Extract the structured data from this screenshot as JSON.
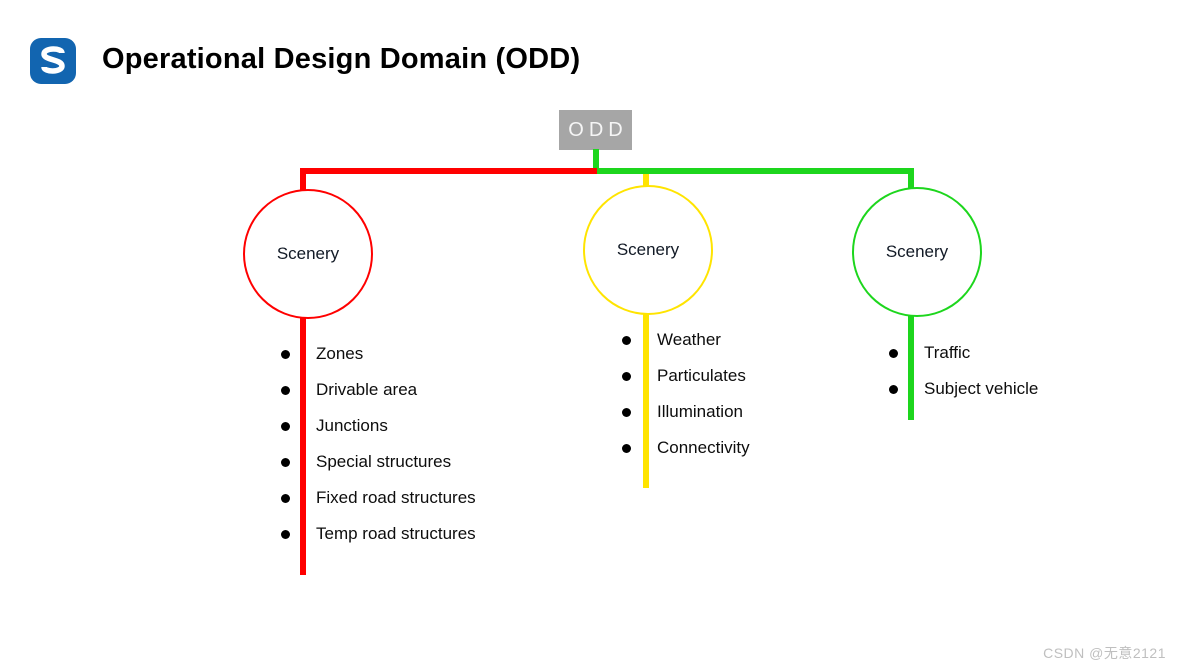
{
  "header": {
    "title": "Operational Design Domain (ODD)"
  },
  "root": {
    "label": "ODD"
  },
  "branches": [
    {
      "label": "Scenery",
      "color": "#ff0000",
      "items": [
        "Zones",
        "Drivable area",
        "Junctions",
        "Special structures",
        "Fixed road structures",
        "Temp road structures"
      ]
    },
    {
      "label": "Scenery",
      "color": "#ffe400",
      "items": [
        "Weather",
        "Particulates",
        "Illumination",
        "Connectivity"
      ]
    },
    {
      "label": "Scenery",
      "color": "#1dd61d",
      "items": [
        "Traffic",
        "Subject vehicle"
      ]
    }
  ],
  "watermark": {
    "text": "CSDN @无意2121"
  },
  "colors": {
    "red": "#ff0000",
    "yellow": "#ffe400",
    "green": "#1dd61d",
    "gray-box": "#a6a6a6",
    "logo-blue": "#1265b0"
  }
}
